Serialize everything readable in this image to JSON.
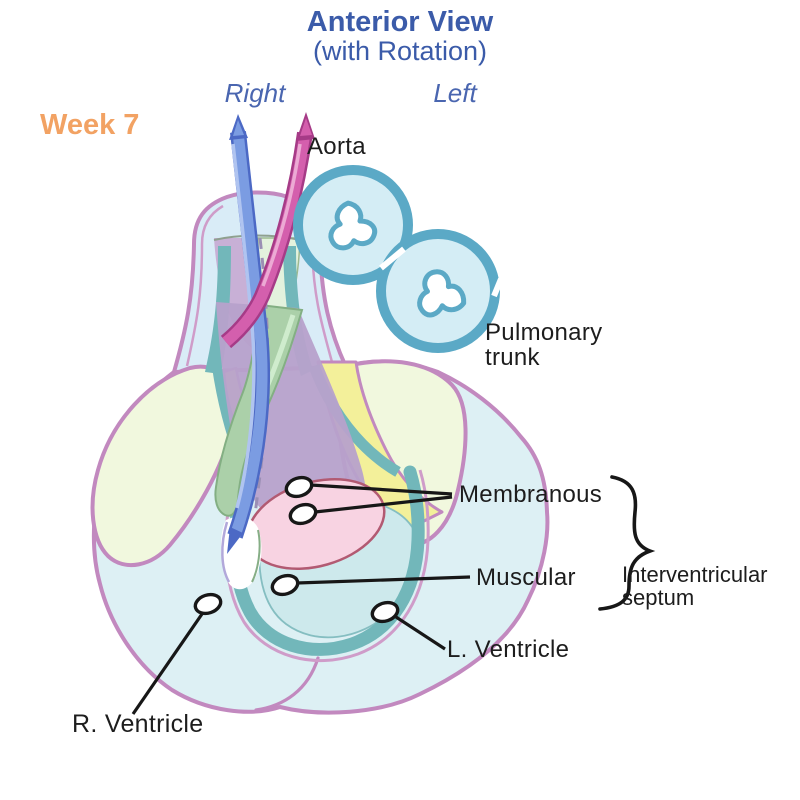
{
  "header": {
    "title": "Anterior View",
    "subtitle": "(with Rotation)",
    "side_left_text": "Right",
    "side_right_text": "Left",
    "stage_label": "Week 7"
  },
  "annotations": {
    "aorta": "Aorta",
    "pulmonary_trunk_line1": "Pulmonary",
    "pulmonary_trunk_line2": "trunk",
    "membranous": "Membranous",
    "muscular": "Muscular",
    "interventricular_line1": "Interventricular",
    "interventricular_line2": "septum",
    "left_ventricle": "L. Ventricle",
    "right_ventricle": "R. Ventricle"
  },
  "colors": {
    "title_blue": "#3b5ba9",
    "orientation_blue": "#4a66b0",
    "week_orange": "#f2a263",
    "label_black": "#1d1d1d",
    "outline_mauve": "#c289bf",
    "outline_mauve_light": "#cf9cc9",
    "body_cyan": "#ddf0f4",
    "cavity_cyan": "#cde9ec",
    "lobe_lime": "#f1f8de",
    "band_yellow": "#f3f09a",
    "septum_teal": "#72b7ba",
    "region_purple": "#b7a1cb",
    "region_pink": "#f8d3e2",
    "pink_outline": "#b25a72",
    "sage_green": "#abd0a9",
    "sage_outline": "#83af83",
    "cup_green": "#e3f2dd",
    "cup_purple": "#c8b0d6",
    "tube_blue": "#d9ecf7",
    "rod_blue": "#7b9ce2",
    "rod_blue_dark": "#4c69c5",
    "rod_blue_hl": "#b0c4f0",
    "rod_magenta": "#d45fad",
    "rod_magenta_dark": "#a63b87",
    "rod_magenta_hl": "#ecaad4",
    "vessel_teal": "#5ba9c6",
    "vessel_fill": "#d4edf5",
    "leader_black": "#171717",
    "dash_gray": "#9b8fb4"
  }
}
